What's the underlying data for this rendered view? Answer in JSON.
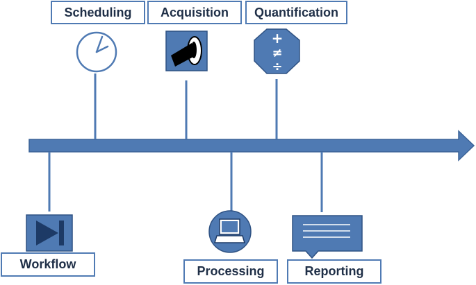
{
  "stages": [
    {
      "id": "scheduling",
      "label": "Scheduling",
      "icon": "clock-icon",
      "side": "above"
    },
    {
      "id": "acquisition",
      "label": "Acquisition",
      "icon": "camera-icon",
      "side": "above"
    },
    {
      "id": "quantification",
      "label": "Quantification",
      "icon": "math-symbols-icon",
      "side": "above"
    },
    {
      "id": "workflow",
      "label": "Workflow",
      "icon": "play-next-icon",
      "side": "below"
    },
    {
      "id": "processing",
      "label": "Processing",
      "icon": "laptop-icon",
      "side": "below"
    },
    {
      "id": "reporting",
      "label": "Reporting",
      "icon": "speech-bubble-icon",
      "side": "below"
    }
  ],
  "colors": {
    "primary": "#4f7ab3",
    "primary_dark": "#2f5283",
    "label_text": "#1f2f47",
    "background": "#ffffff"
  }
}
